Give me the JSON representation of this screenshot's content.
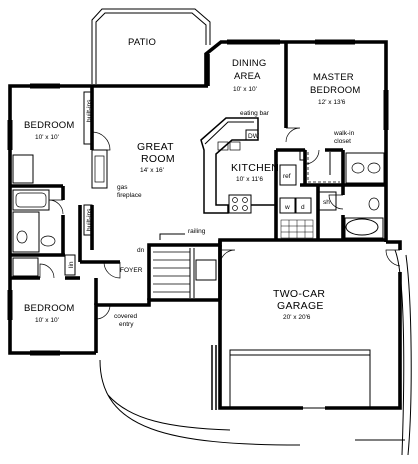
{
  "labels": {
    "patio": "PATIO",
    "dining_1": "DINING",
    "dining_2": "AREA",
    "dining_dim": "10' x 10'",
    "master_1": "MASTER",
    "master_2": "BEDROOM",
    "master_dim": "12' x 13'6",
    "bedroom_top": "BEDROOM",
    "bedroom_top_dim": "10' x 10'",
    "builtins_top": "built-ins",
    "builtins_bottom": "built-ins",
    "great_1": "GREAT",
    "great_2": "ROOM",
    "great_dim": "14' x 16'",
    "eating_bar": "eating bar",
    "dw": "DW",
    "walkin_1": "walk-in",
    "walkin_2": "closet",
    "kitchen": "KITCHEN",
    "kitchen_dim": "10' x 11'6",
    "gas_1": "gas",
    "gas_2": "fireplace",
    "ref": "ref",
    "w": "w",
    "d": "d",
    "sh": "sh",
    "railing": "railing",
    "dn": "dn",
    "lin": "lin",
    "foyer": "FOYER",
    "garage_1": "TWO-CAR",
    "garage_2": "GARAGE",
    "garage_dim": "20' x 20'6",
    "bedroom_bottom": "BEDROOM",
    "bedroom_bottom_dim": "10' x 10'",
    "covered_1": "covered",
    "covered_2": "entry"
  }
}
